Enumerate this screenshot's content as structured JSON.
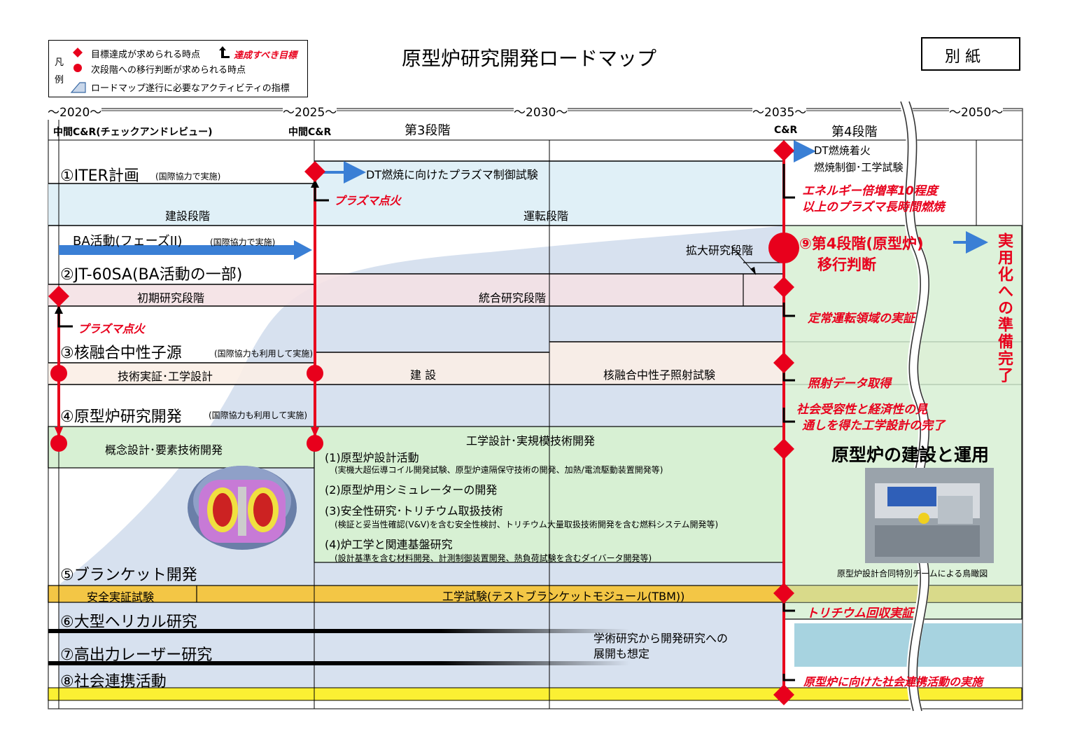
{
  "title": "原型炉研究開発ロードマップ",
  "attachment": "別 紙",
  "legend": {
    "prefix1": "凡",
    "prefix2": "例",
    "goal_point": "目標達成が求められる時点",
    "target": "達成すべき目標",
    "transition_point": "次段階への移行判断が求められる時点",
    "activity_indicator": "ロードマップ遂行に必要なアクティビティの指標"
  },
  "timeline": {
    "y2020": "〜2020〜",
    "y2025": "〜2025〜",
    "y2030": "〜2030〜",
    "y2035": "〜2035〜",
    "y2050": "〜2050〜",
    "mid_cr_2020": "中間C&R(チェックアンドレビュー)",
    "mid_cr_2025": "中間C&R",
    "cr_2035": "C&R",
    "stage3": "第3段階",
    "stage4": "第4段階"
  },
  "iter": {
    "title": "①ITER計画",
    "note": "(国際協力で実施)",
    "dt_control": "DT燃焼に向けたプラズマ制御試験",
    "dt_ignition": "DT燃焼着火",
    "burn_control": "燃焼制御･工学試験",
    "construction": "建設段階",
    "operation": "運転段階",
    "plasma_ignition": "プラズマ点火",
    "goal_q10_line1": "エネルギー倍増率10程度",
    "goal_q10_line2": "以上のプラズマ長時間燃焼"
  },
  "ba": {
    "activity": "BA活動(フェーズII)",
    "note": "(国際協力で実施)"
  },
  "jt60": {
    "title": "②JT-60SA(BA活動の一部)",
    "initial": "初期研究段階",
    "integrated": "統合研究段階",
    "expanded": "拡大研究段階",
    "plasma_ignition": "プラズマ点火",
    "goal": "定常運転領域の実証"
  },
  "neutron": {
    "title": "③核融合中性子源",
    "note": "(国際協力も利用して実施)",
    "tech_demo": "技術実証･工学設計",
    "construction": "建 設",
    "irradiation": "核融合中性子照射試験",
    "goal": "照射データ取得"
  },
  "demo": {
    "title": "④原型炉研究開発",
    "note": "(国際協力も利用して実施)",
    "concept": "概念設計･要素技術開発",
    "eng_design": "工学設計･実規模技術開発",
    "item1": "(1)原型炉設計活動",
    "item1_sub": "(実機大超伝導コイル開発試験、原型炉遠隔保守技術の開発、加熱/電流駆動装置開発等)",
    "item2": "(2)原型炉用シミュレーターの開発",
    "item3": "(3)安全性研究･トリチウム取扱技術",
    "item3_sub": "(検証と妥当性確認(V&V)を含む安全性検討、トリチウム大量取扱技術開発を含む燃料システム開発等)",
    "item4": "(4)炉工学と関連基盤研究",
    "item4_sub": "(設計基準を含む材料開発、計測制御装置開発、熱負荷試験を含むダイバータ開発等)",
    "goal_line1": "社会受容性と経済性の見",
    "goal_line2": "通しを得た工学設計の完了",
    "construction_operation": "原型炉の建設と運用",
    "caption": "原型炉設計合同特別チームによる鳥瞰図"
  },
  "blanket": {
    "title": "⑤ブランケット開発",
    "safety": "安全実証試験",
    "eng_test": "工学試験(テストブランケットモジュール(TBM))",
    "goal": "トリチウム回収実証"
  },
  "helical": {
    "title": "⑥大型ヘリカル研究"
  },
  "laser": {
    "title": "⑦高出力レーザー研究"
  },
  "academic": {
    "line1": "学術研究から開発研究への",
    "line2": "展開も想定"
  },
  "social": {
    "title": "⑧社会連携活動",
    "goal": "原型炉に向けた社会連携活動の実施"
  },
  "stage4_decision": {
    "line1": "⑨第4段階(原型炉)",
    "line2": "移行判断"
  },
  "practical": "実用化への準備完了",
  "colors": {
    "red": "#e8001c",
    "iter_band": "#ddeef6",
    "jt60_band": "#f4e1e4",
    "neutron_band": "#fbeee6",
    "green_band": "#d7f0d3",
    "tbm_band": "#f3c645",
    "social_band": "#fbf033",
    "blue_arrow": "#3a7fd5",
    "curve_fill": "#c9d7ea"
  }
}
